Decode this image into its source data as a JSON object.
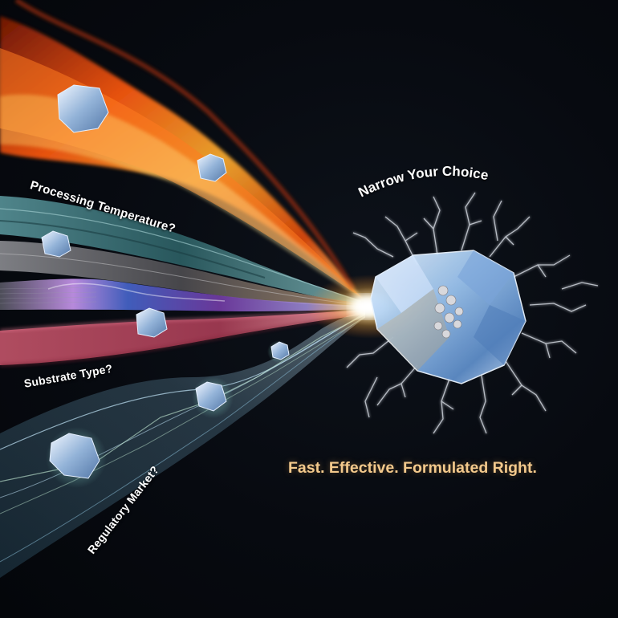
{
  "title": {
    "text": "Narrow Your Choice"
  },
  "labels": {
    "processing_temperature": "Processing Temperature?",
    "substrate_type": "Substrate Type?",
    "regulatory_market": "Regulatory Market?"
  },
  "tagline": "Fast. Effective. Formulated Right.",
  "colors": {
    "background": "#05070c",
    "tagline": "#f3c98c",
    "title": "#ffffff",
    "fire": "#ff6a1a",
    "teal_stream": "#3f7f86",
    "gray_stream": "#6b6c70",
    "iridescent_stream": "#7a5fd0",
    "pink_stream": "#b8485e",
    "wave_stream": "#7fb8d6",
    "crystal": "#9cc4ee"
  },
  "elements": {
    "streams": [
      "fire",
      "teal-fabric",
      "gray-metal",
      "iridescent-film",
      "pink-textile",
      "translucent-wave"
    ],
    "crystal_icon": "crystal-core",
    "lightning_icon": "lightning-tendrils"
  }
}
